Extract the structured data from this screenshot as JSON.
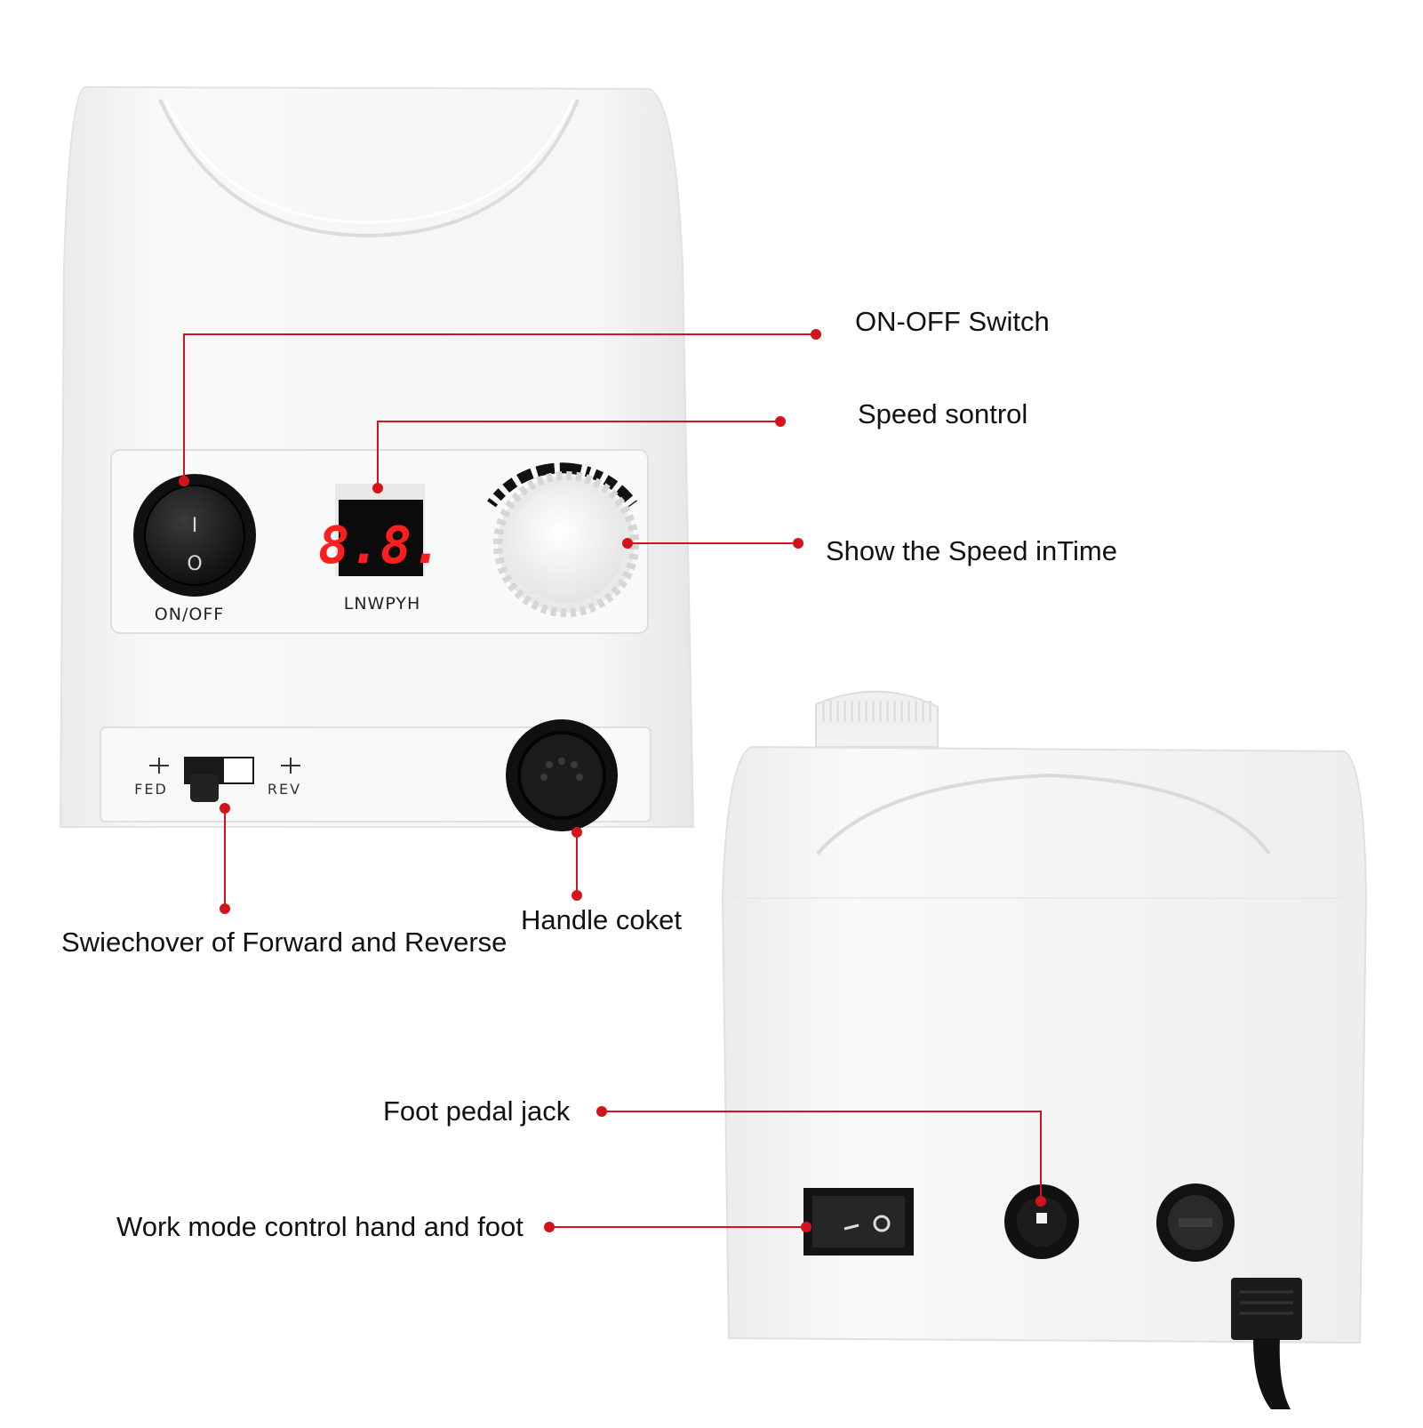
{
  "colors": {
    "background": "#ffffff",
    "device_body": "#f4f4f4",
    "leader_line": "#d4141c",
    "display_digits": "#ff1e1e",
    "display_bg": "#0b0b0b"
  },
  "front_panel": {
    "power_label": "ON/OFF",
    "power_switch_marks": {
      "on": "I",
      "off": "O"
    },
    "display_label": "LNWPYH",
    "display_value": "8.8.",
    "direction_left_label": "FED",
    "direction_right_label": "REV"
  },
  "callouts": {
    "on_off_switch": "ON-OFF Switch",
    "speed_control": "Speed sontrol",
    "show_speed": "Show the Speed inTime",
    "forward_reverse": "Swiechover of Forward and Reverse",
    "handle_socket": "Handle coket",
    "foot_pedal_jack": "Foot pedal jack",
    "work_mode": "Work mode control hand and foot"
  },
  "icons": {
    "power_rocker": "power-rocker-switch-icon",
    "speed_knob": "speed-knob-icon",
    "direction_slider": "direction-slider-icon",
    "handle_socket": "din-socket-icon",
    "dc_jack": "dc-jack-icon",
    "fuse_holder": "fuse-holder-icon",
    "power_plug": "power-plug-icon"
  }
}
